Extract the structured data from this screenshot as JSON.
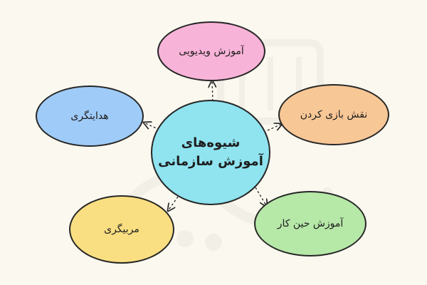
{
  "colors": {
    "background": "#fbf9ef",
    "center": "#8fe4f0",
    "video": "#f8b3d8",
    "roleplay": "#f8c796",
    "onthejob": "#b6e8a8",
    "coaching": "#fadf82",
    "mentoring": "#9fcbf8",
    "stroke": "#262626"
  },
  "diagram": {
    "center": {
      "line1": "شیوه‌های",
      "line2": "آموزش سازمانی"
    },
    "nodes": {
      "video": "آموزش ویدیویی",
      "roleplay": "نقش بازی کردن",
      "onthejob": "آموزش حین کار",
      "coaching": "مربیگری",
      "mentoring": "هدایتگری"
    }
  }
}
